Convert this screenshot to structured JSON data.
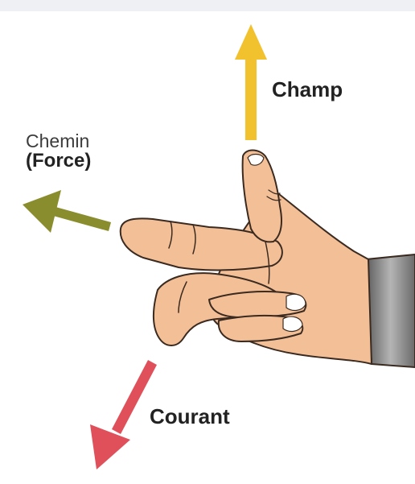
{
  "labels": {
    "champ": "Champ",
    "chemin": "Chemin",
    "force": "(Force)",
    "courant": "Courant"
  },
  "colors": {
    "champ_arrow": "#f2c12e",
    "force_arrow": "#8a8d2d",
    "courant_arrow": "#e0505a",
    "skin": "#f3bf97",
    "skin_outline": "#3a2a20",
    "sleeve": "#8f8f8f",
    "background": "#ffffff"
  },
  "icons": {
    "champ": "up-arrow-icon",
    "force": "left-arrow-icon",
    "courant": "down-left-arrow-icon",
    "hand": "right-hand-illustration"
  }
}
